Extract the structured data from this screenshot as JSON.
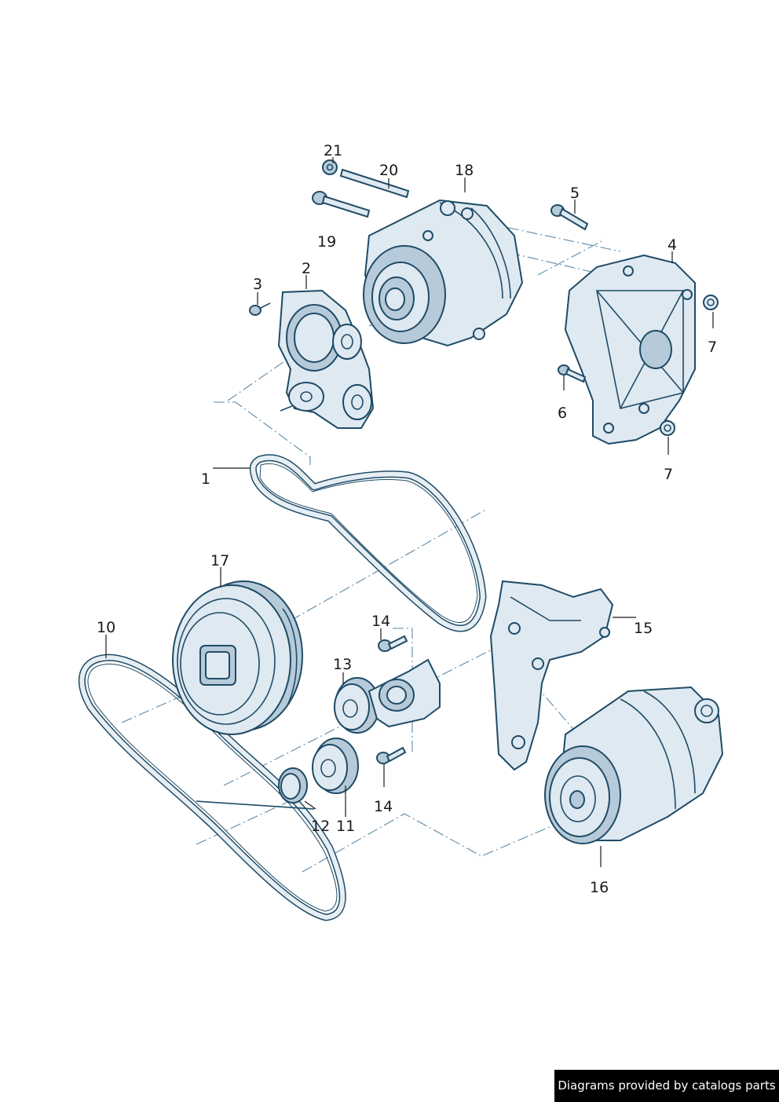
{
  "callouts": {
    "c1": "1",
    "c2": "2",
    "c3": "3",
    "c4": "4",
    "c5": "5",
    "c6": "6",
    "c7a": "7",
    "c7b": "7",
    "c10": "10",
    "c11": "11",
    "c12": "12",
    "c13": "13",
    "c14a": "14",
    "c14b": "14",
    "c15": "15",
    "c16": "16",
    "c17": "17",
    "c18": "18",
    "c19": "19",
    "c20": "20",
    "c21": "21"
  },
  "watermark": "Diagrams provided by catalogs parts",
  "colors": {
    "part_fill": "#dfe9f1",
    "part_outline": "#1f4b66",
    "dash_line": "#5b8aa8"
  }
}
